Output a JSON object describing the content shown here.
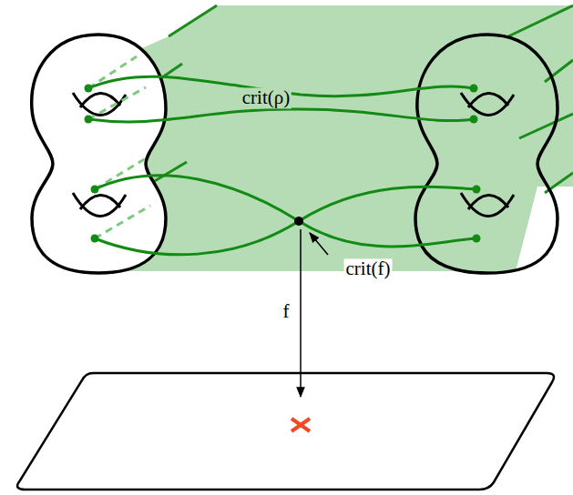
{
  "diagram": {
    "labels": [
      "crit(ρ)",
      "crit(f)",
      "f"
    ]
  }
}
